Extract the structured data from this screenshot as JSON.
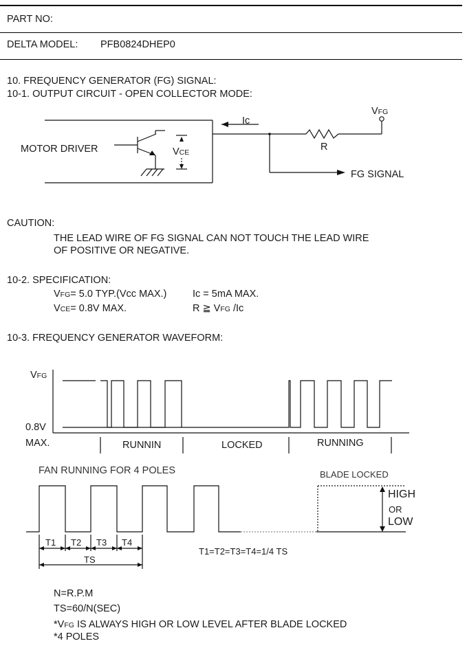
{
  "header": {
    "part_no_label": "PART NO:",
    "delta_model_label": "DELTA MODEL:",
    "delta_model_value": "PFB0824DHEP0"
  },
  "section10": {
    "title": "10. FREQUENCY GENERATOR (FG) SIGNAL:",
    "sub1": "10-1. OUTPUT CIRCUIT - OPEN COLLECTOR MODE:"
  },
  "circuit": {
    "vfg_main": "V",
    "vfg_sub": "FG",
    "ic_label": "Ic",
    "r_label": "R",
    "motor_driver": "MOTOR DRIVER",
    "vce_main": "V",
    "vce_sub": "CE",
    "fg_signal": "FG SIGNAL"
  },
  "caution": {
    "label": "CAUTION:",
    "line1": "THE LEAD WIRE  OF FG SIGNAL CAN NOT TOUCH THE LEAD WIRE",
    "line2": "OF POSITIVE OR NEGATIVE."
  },
  "spec": {
    "title": "10-2. SPECIFICATION:",
    "vfg_sub": "FG",
    "vfg_text": "= 5.0 TYP.(Vcc MAX.)",
    "ic_text": "Ic = 5mA MAX.",
    "vce_sub": "CE",
    "vce_text": "= 0.8V MAX.",
    "r_text": "R  ≧  V",
    "r_sub": "FG",
    "r_tail": " /Ic"
  },
  "waveform": {
    "title": "10-3. FREQUENCY GENERATOR WAVEFORM:",
    "vfg_main": "V",
    "vfg_sub": "FG",
    "low_level": "0.8V",
    "max_label": "MAX.",
    "segments": [
      "RUNNIN",
      "LOCKED",
      "RUNNING"
    ]
  },
  "poles": {
    "fan_running": "FAN RUNNING FOR 4 POLES",
    "blade_locked": "BLADE LOCKED",
    "high": "HIGH",
    "or": "OR",
    "low": "LOW",
    "periods": [
      "T1",
      "T2",
      "T3",
      "T4"
    ],
    "ts": "TS",
    "equation": "T1=T2=T3=T4=1/4  TS"
  },
  "notes": {
    "n": "N=R.P.M",
    "ts": "TS=60/N(SEC)",
    "vfg_prefix": "*V",
    "vfg_sub": "FG",
    "vfg_rest": " IS ALWAYS HIGH OR LOW LEVEL AFTER BLADE LOCKED",
    "poles": "*4 POLES"
  }
}
